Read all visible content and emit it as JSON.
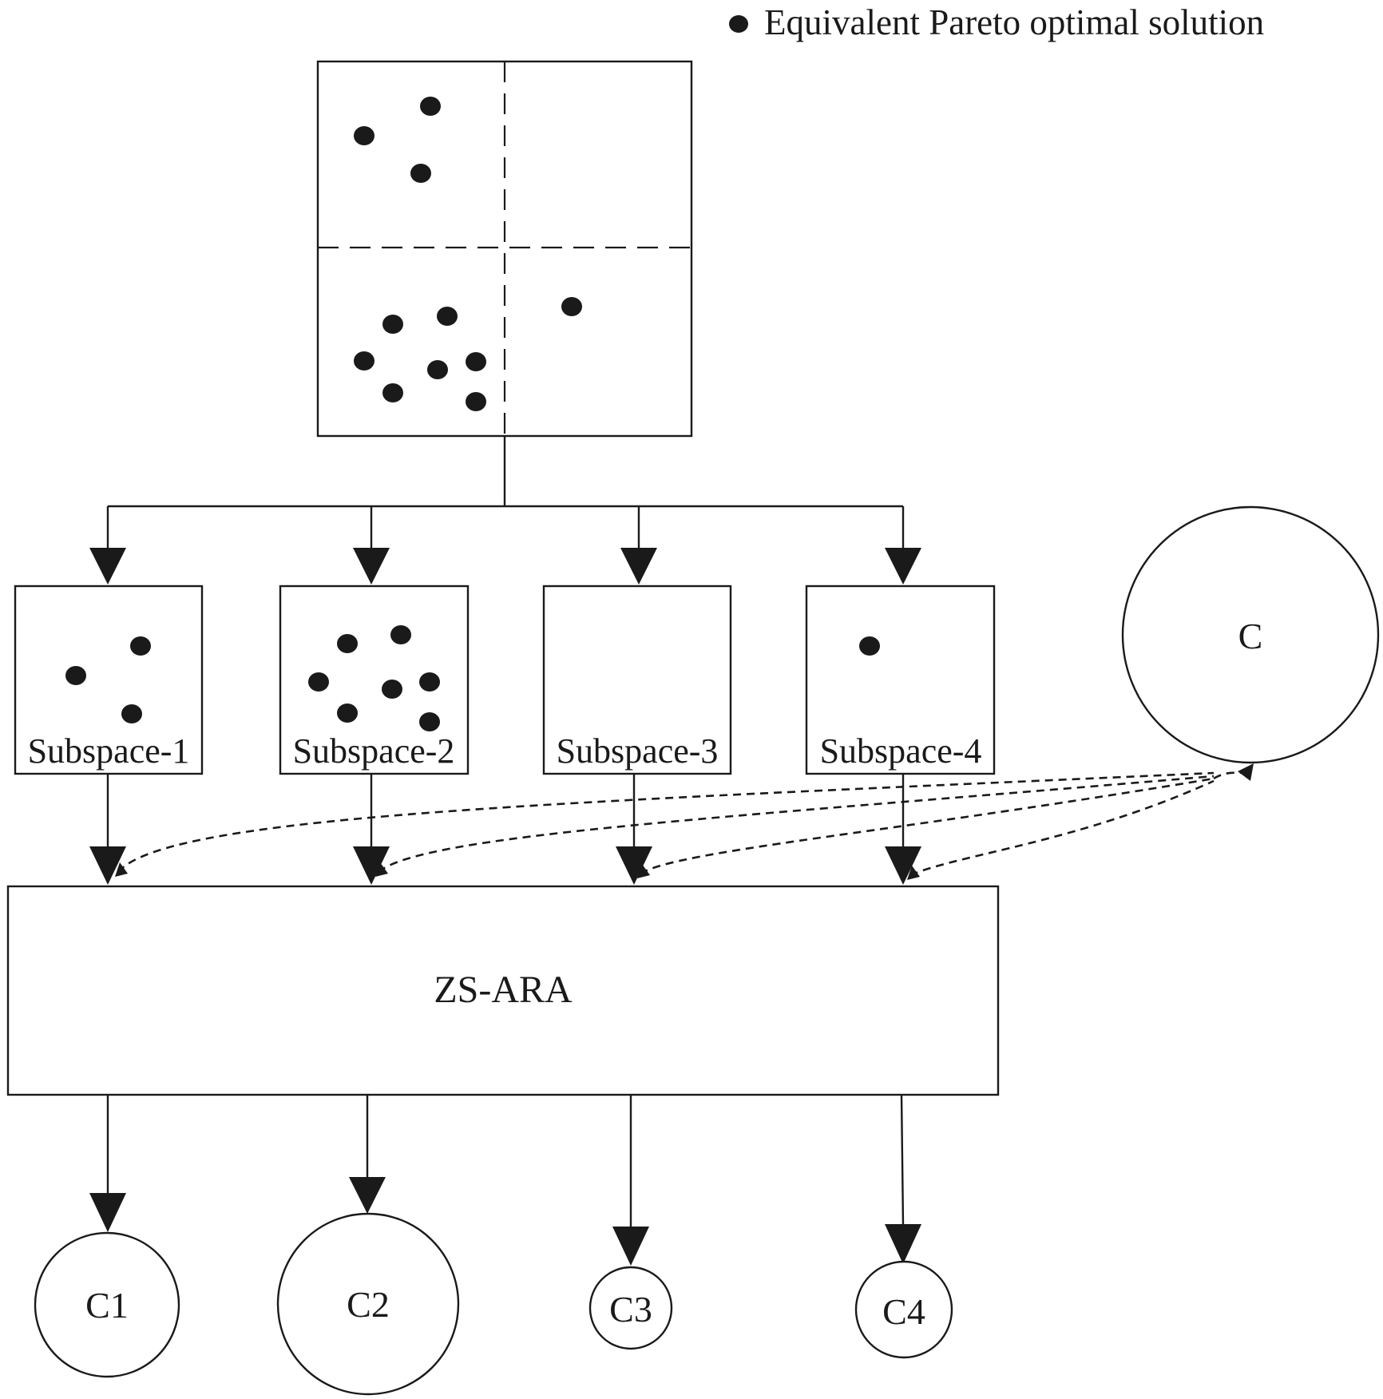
{
  "legend": {
    "text": "Equivalent Pareto optimal solution"
  },
  "subspaces": [
    {
      "label": "Subspace-1"
    },
    {
      "label": "Subspace-2"
    },
    {
      "label": "Subspace-3"
    },
    {
      "label": "Subspace-4"
    }
  ],
  "center_circle": {
    "label": "C"
  },
  "algorithm_box": {
    "label": "ZS-ARA"
  },
  "clusters": [
    {
      "label": "C1"
    },
    {
      "label": "C2"
    },
    {
      "label": "C3"
    },
    {
      "label": "C4"
    }
  ]
}
